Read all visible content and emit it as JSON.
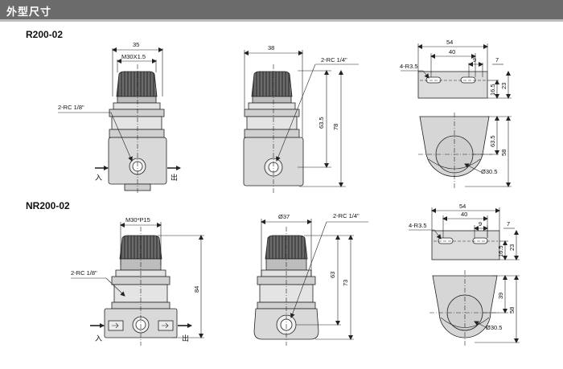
{
  "header": {
    "title": "外型尺寸"
  },
  "colors": {
    "header_bg": "#6b6b6b",
    "body_fill": "#d9d9d9",
    "knob_fill": "#555555",
    "line": "#222222"
  },
  "r200": {
    "model": "R200-02",
    "front": {
      "width": "35",
      "thread": "M30X1.5",
      "port": "2-RC 1/8\"",
      "in_label": "入",
      "out_label": "出"
    },
    "side": {
      "width": "38",
      "port": "2-RC 1/4\"",
      "h1": "63.5",
      "h2": "78"
    },
    "bracket": {
      "w_total": "54",
      "w_slot": "40",
      "w_inner": "9",
      "w_right": "7",
      "hole": "4-R3.5",
      "h_small": "16.5",
      "h_total": "23",
      "h_mount": "63.5",
      "h_base": "58",
      "dia": "Ø30.5"
    }
  },
  "nr200": {
    "model": "NR200-02",
    "front": {
      "thread": "M30*P15",
      "port": "2-RC 1/8\"",
      "height": "84",
      "in_label": "入",
      "out_label": "出"
    },
    "side": {
      "dia_top": "Ø37",
      "port": "2-RC 1/4\"",
      "h1": "63",
      "h2": "73"
    },
    "bracket": {
      "w_total": "54",
      "w_slot": "40",
      "w_inner": "9",
      "w_right": "7",
      "hole": "4-R3.5",
      "h_small": "16.5",
      "h_total": "23",
      "h_mount": "39",
      "h_base": "58",
      "dia": "Ø30.5"
    }
  }
}
